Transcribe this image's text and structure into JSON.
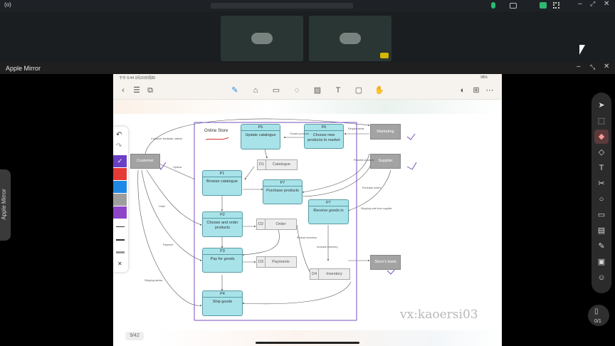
{
  "meeting": {
    "top_bar": {
      "indicator": "(o)",
      "participant_tiles": 2
    }
  },
  "mirror_window": {
    "title": "Apple Mirror",
    "side_tab_label": "Apple Mirror"
  },
  "ipad": {
    "status_time": "下午 6:44  3月20日周四",
    "status_battery": "98%",
    "toolbar_icons": [
      "back-icon",
      "list-icon",
      "layers-icon",
      "pen-icon",
      "marker-icon",
      "eraser-icon",
      "lasso-icon",
      "image-icon",
      "text-icon",
      "shape-icon",
      "hand-icon"
    ],
    "page_indicator": "9/42",
    "palette_colors": [
      "#6b3fc4",
      "#e53935",
      "#1e88e5",
      "#9e9e9e",
      "#8e44c9"
    ]
  },
  "diagram": {
    "boundary_title": "Online Store",
    "processes": [
      {
        "id": "P1",
        "label": "Browse catalogue"
      },
      {
        "id": "P2",
        "label": "Choose and order products"
      },
      {
        "id": "P3",
        "label": "Pay for goods"
      },
      {
        "id": "P4",
        "label": "Ship goods"
      },
      {
        "id": "P5",
        "label": "Update catalogue"
      },
      {
        "id": "P6",
        "label": "Choose new products to market"
      },
      {
        "id": "P7",
        "label": "Purchase products"
      },
      {
        "id": "P7",
        "label": "Receive goods in"
      }
    ],
    "entities": {
      "customer": "Customer",
      "marketing": "Marketing",
      "supplier": "Supplier",
      "bank": "Store's bank"
    },
    "stores": [
      {
        "id": "D1",
        "label": "Catalogue"
      },
      {
        "id": "D2",
        "label": "Order"
      },
      {
        "id": "D3",
        "label": "Payments"
      },
      {
        "id": "D4",
        "label": "Inventory"
      }
    ],
    "flow_labels": {
      "feedback": "Customer feedback, wishes",
      "options": "Options",
      "order": "Order",
      "payment": "Payment",
      "shipping": "Shipping advice",
      "chosen": "Chosen products",
      "requirements": "Requirements",
      "possible": "Possible products",
      "purchase_orders": "Purchase orders",
      "shipping_note": "Shipping note from supplier",
      "reduce": "Reduce inventory",
      "increase": "Increase inventory"
    },
    "watermark": "vx:kaoersi03"
  },
  "right_toolbar": {
    "tools": [
      "pointer-icon",
      "select-icon",
      "highlighter-icon",
      "eraser-icon",
      "text-icon",
      "scissors-icon",
      "circle-icon",
      "whiteboard-icon",
      "briefcase-icon",
      "note-icon",
      "chat-icon",
      "people-icon"
    ],
    "page_counter": "0/1"
  }
}
